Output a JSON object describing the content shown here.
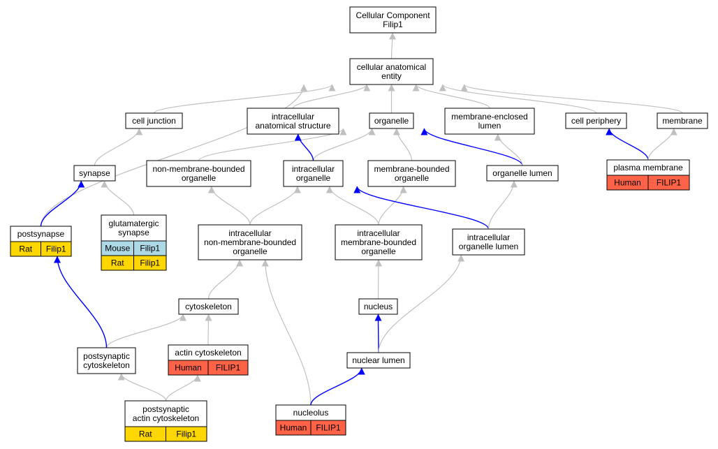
{
  "colors": {
    "background": "#ffffff",
    "node_border": "#000000",
    "edge_gray": "#c0c0c0",
    "edge_blue": "#0000ff",
    "human_red": "#ff6347",
    "rat_yellow": "#ffd700",
    "mouse_blue": "#add8e6"
  },
  "nodes": [
    {
      "id": "root",
      "lines": [
        "Cellular Component",
        "Filip1"
      ]
    },
    {
      "id": "cae",
      "lines": [
        "cellular anatomical",
        "entity"
      ]
    },
    {
      "id": "cell-junction",
      "lines": [
        "cell junction"
      ]
    },
    {
      "id": "ias",
      "lines": [
        "intracellular",
        "anatomical structure"
      ]
    },
    {
      "id": "organelle",
      "lines": [
        "organelle"
      ]
    },
    {
      "id": "mel",
      "lines": [
        "membrane-enclosed",
        "lumen"
      ]
    },
    {
      "id": "cell-periphery",
      "lines": [
        "cell periphery"
      ]
    },
    {
      "id": "membrane",
      "lines": [
        "membrane"
      ]
    },
    {
      "id": "synapse",
      "lines": [
        "synapse"
      ]
    },
    {
      "id": "nmbo",
      "lines": [
        "non-membrane-bounded",
        "organelle"
      ]
    },
    {
      "id": "io",
      "lines": [
        "intracellular",
        "organelle"
      ]
    },
    {
      "id": "mbo",
      "lines": [
        "membrane-bounded",
        "organelle"
      ]
    },
    {
      "id": "ol",
      "lines": [
        "organelle lumen"
      ]
    },
    {
      "id": "pm",
      "lines": [
        "plasma membrane"
      ],
      "tags": [
        {
          "label": "Human",
          "color": "human"
        },
        {
          "label": "FILIP1",
          "color": "human"
        }
      ]
    },
    {
      "id": "postsynapse",
      "lines": [
        "postsynapse"
      ],
      "tags": [
        {
          "label": "Rat",
          "color": "rat"
        },
        {
          "label": "Filip1",
          "color": "rat"
        }
      ]
    },
    {
      "id": "glut",
      "lines": [
        "glutamatergic",
        "synapse"
      ],
      "tags": [
        {
          "label": "Mouse",
          "color": "mouse"
        },
        {
          "label": "Filip1",
          "color": "mouse"
        },
        {
          "label": "Rat",
          "color": "rat"
        },
        {
          "label": "Filip1",
          "color": "rat"
        }
      ]
    },
    {
      "id": "inmbo",
      "lines": [
        "intracellular",
        "non-membrane-bounded",
        "organelle"
      ]
    },
    {
      "id": "imbo",
      "lines": [
        "intracellular",
        "membrane-bounded",
        "organelle"
      ]
    },
    {
      "id": "iol",
      "lines": [
        "intracellular",
        "organelle lumen"
      ]
    },
    {
      "id": "cytoskeleton",
      "lines": [
        "cytoskeleton"
      ]
    },
    {
      "id": "nucleus",
      "lines": [
        "nucleus"
      ]
    },
    {
      "id": "psc",
      "lines": [
        "postsynaptic",
        "cytoskeleton"
      ]
    },
    {
      "id": "actin",
      "lines": [
        "actin cytoskeleton"
      ],
      "tags": [
        {
          "label": "Human",
          "color": "human"
        },
        {
          "label": "FILIP1",
          "color": "human"
        }
      ]
    },
    {
      "id": "nl",
      "lines": [
        "nuclear lumen"
      ]
    },
    {
      "id": "pacs",
      "lines": [
        "postsynaptic",
        "actin cytoskeleton"
      ],
      "tags": [
        {
          "label": "Rat",
          "color": "rat"
        },
        {
          "label": "Filip1",
          "color": "rat"
        }
      ]
    },
    {
      "id": "nucleolus",
      "lines": [
        "nucleolus"
      ],
      "tags": [
        {
          "label": "Human",
          "color": "human"
        },
        {
          "label": "FILIP1",
          "color": "human"
        }
      ]
    }
  ],
  "edges": [
    {
      "from": "cae",
      "to": "root",
      "color": "gray"
    },
    {
      "from": "cell-junction",
      "to": "cae",
      "color": "gray"
    },
    {
      "from": "ias",
      "to": "cae",
      "color": "gray"
    },
    {
      "from": "organelle",
      "to": "cae",
      "color": "gray"
    },
    {
      "from": "mel",
      "to": "cae",
      "color": "gray"
    },
    {
      "from": "cell-periphery",
      "to": "cae",
      "color": "gray"
    },
    {
      "from": "membrane",
      "to": "cae",
      "color": "gray"
    },
    {
      "from": "postsynapse",
      "to": "cae",
      "color": "gray"
    },
    {
      "from": "synapse",
      "to": "cell-junction",
      "color": "gray"
    },
    {
      "from": "nmbo",
      "to": "organelle",
      "color": "gray"
    },
    {
      "from": "io",
      "to": "organelle",
      "color": "gray"
    },
    {
      "from": "io",
      "to": "ias",
      "color": "blue"
    },
    {
      "from": "mbo",
      "to": "organelle",
      "color": "gray"
    },
    {
      "from": "ol",
      "to": "organelle",
      "color": "blue"
    },
    {
      "from": "ol",
      "to": "mel",
      "color": "gray"
    },
    {
      "from": "pm",
      "to": "cell-periphery",
      "color": "blue"
    },
    {
      "from": "pm",
      "to": "membrane",
      "color": "gray"
    },
    {
      "from": "postsynapse",
      "to": "synapse",
      "color": "blue"
    },
    {
      "from": "glut",
      "to": "synapse",
      "color": "gray"
    },
    {
      "from": "inmbo",
      "to": "nmbo",
      "color": "gray"
    },
    {
      "from": "inmbo",
      "to": "io",
      "color": "gray"
    },
    {
      "from": "imbo",
      "to": "io",
      "color": "gray"
    },
    {
      "from": "imbo",
      "to": "mbo",
      "color": "gray"
    },
    {
      "from": "iol",
      "to": "io",
      "color": "blue"
    },
    {
      "from": "iol",
      "to": "ol",
      "color": "gray"
    },
    {
      "from": "cytoskeleton",
      "to": "inmbo",
      "color": "gray"
    },
    {
      "from": "nucleolus",
      "to": "inmbo",
      "color": "gray"
    },
    {
      "from": "nucleus",
      "to": "imbo",
      "color": "gray"
    },
    {
      "from": "nl",
      "to": "nucleus",
      "color": "blue"
    },
    {
      "from": "nl",
      "to": "iol",
      "color": "gray"
    },
    {
      "from": "nucleolus",
      "to": "nl",
      "color": "blue"
    },
    {
      "from": "psc",
      "to": "cytoskeleton",
      "color": "gray"
    },
    {
      "from": "actin",
      "to": "cytoskeleton",
      "color": "gray"
    },
    {
      "from": "psc",
      "to": "postsynapse",
      "color": "blue"
    },
    {
      "from": "pacs",
      "to": "psc",
      "color": "gray"
    },
    {
      "from": "pacs",
      "to": "actin",
      "color": "gray"
    }
  ]
}
